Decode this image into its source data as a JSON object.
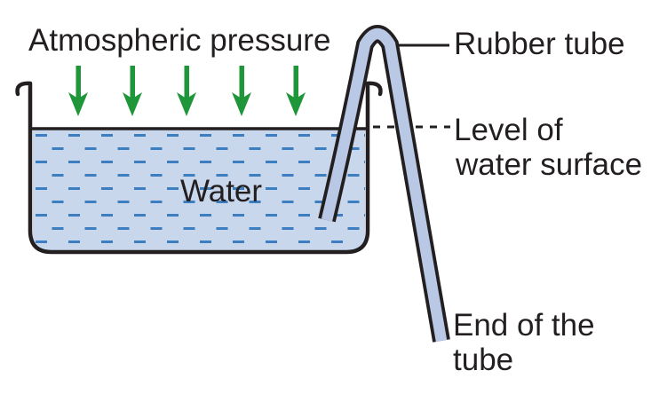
{
  "diagram": {
    "labels": {
      "atmospheric_pressure": "Atmospheric pressure",
      "water": "Water",
      "rubber_tube": "Rubber tube",
      "level_line1": "Level of",
      "level_line2": "water surface",
      "end_line1": "End of the",
      "end_line2": "tube"
    },
    "colors": {
      "outline": "#231f20",
      "text": "#231f20",
      "water_fill": "#c9d7ec",
      "tube_fill": "#b9c9e5",
      "dash_blue": "#3c7ebf",
      "arrow_green": "#1f9639",
      "background": "#ffffff"
    },
    "arrow_count": "5"
  }
}
